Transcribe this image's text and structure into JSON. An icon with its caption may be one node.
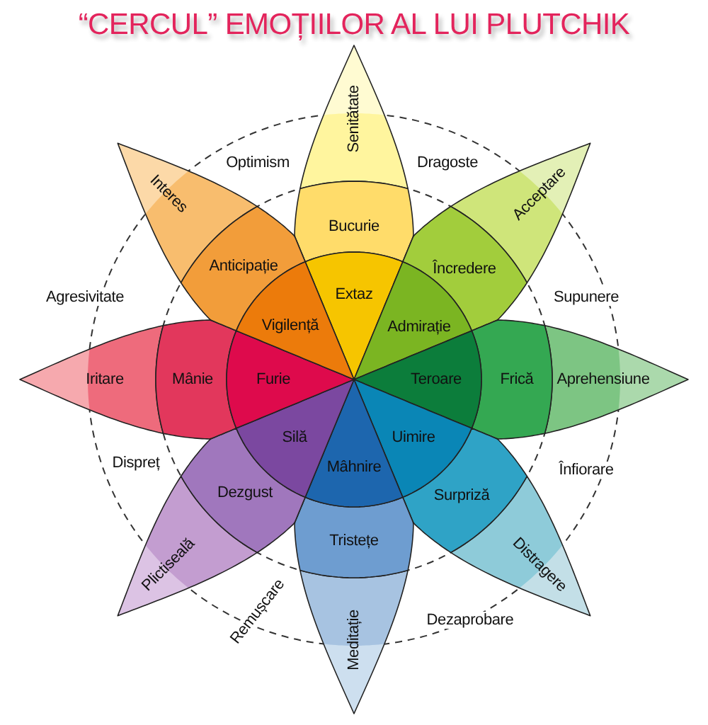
{
  "diagram": {
    "title": "“CERCUL” EMOȚIILOR AL LUI PLUTCHIK",
    "nodes": [
      {
        "text": [
          "Senitătate"
        ]
      },
      {
        "text": [
          "Bucurie"
        ]
      },
      {
        "text": [
          "Extaz"
        ]
      },
      {
        "text": [
          "Acceptare"
        ]
      },
      {
        "text": [
          "Încredere"
        ]
      },
      {
        "text": [
          "Admirație"
        ]
      },
      {
        "text": [
          "Aprehensiune"
        ]
      },
      {
        "text": [
          "Frică"
        ]
      },
      {
        "text": [
          "Teroare"
        ]
      },
      {
        "text": [
          "Distragere"
        ]
      },
      {
        "text": [
          "Surpriză"
        ]
      },
      {
        "text": [
          "Uimire"
        ]
      },
      {
        "text": [
          "Meditație"
        ]
      },
      {
        "text": [
          "Tristețe"
        ]
      },
      {
        "text": [
          "Mâhnire"
        ]
      },
      {
        "text": [
          "Plictiseală"
        ]
      },
      {
        "text": [
          "Dezgust"
        ]
      },
      {
        "text": [
          "Silă"
        ]
      },
      {
        "text": [
          "Iritare"
        ]
      },
      {
        "text": [
          "Mânie"
        ]
      },
      {
        "text": [
          "Furie"
        ]
      },
      {
        "text": [
          "Interes"
        ]
      },
      {
        "text": [
          "Anticipație"
        ]
      },
      {
        "text": [
          "Vigilență"
        ]
      }
    ],
    "labels": [
      "Optimism",
      "Dragoste",
      "Agresivitate",
      "Supunere",
      "Dispreț",
      "Înfiorare",
      "Remușcare",
      "Dezaprobare"
    ]
  }
}
